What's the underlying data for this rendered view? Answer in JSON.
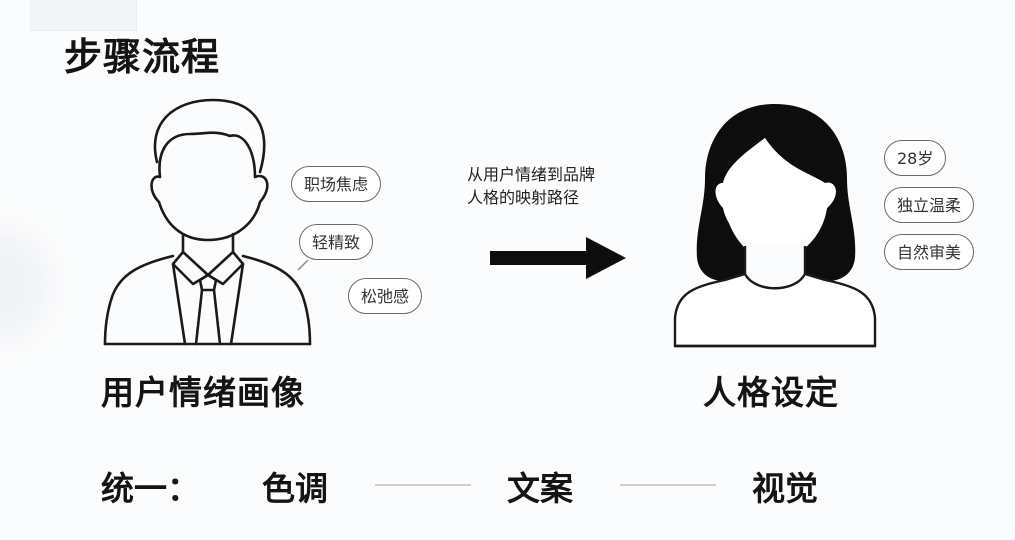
{
  "title": "步骤流程",
  "left_persona": {
    "label": "用户情绪画像",
    "tags": [
      "职场焦虑",
      "轻精致",
      "松弛感"
    ],
    "icon": "man-in-suit-outline-icon"
  },
  "mapping": {
    "caption_line1": "从用户情绪到品牌",
    "caption_line2": "人格的映射路径",
    "icon": "arrow-right-icon"
  },
  "right_persona": {
    "label": "人格设定",
    "tags": [
      "28岁",
      "独立温柔",
      "自然审美"
    ],
    "icon": "woman-long-hair-icon"
  },
  "unify_row": {
    "label": "统一：",
    "items": [
      "色调",
      "文案",
      "视觉"
    ]
  },
  "colors": {
    "text": "#141414",
    "pill_border": "#6a6a6a",
    "connector": "#cfcfcf",
    "background": "#fbfcfd"
  }
}
